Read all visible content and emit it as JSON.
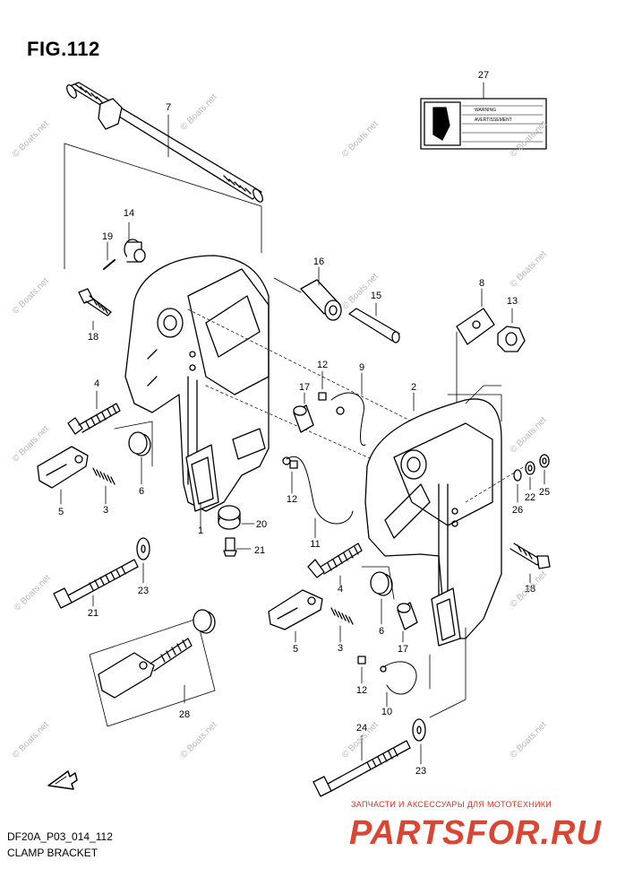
{
  "figure": {
    "title": "FIG.112",
    "code": "DF20A_P03_014_112",
    "caption": "CLAMP BRACKET"
  },
  "callouts": {
    "c1": "1",
    "c2": "2",
    "c3a": "3",
    "c3b": "3",
    "c4a": "4",
    "c4b": "4",
    "c5a": "5",
    "c5b": "5",
    "c6a": "6",
    "c6b": "6",
    "c7": "7",
    "c8": "8",
    "c9": "9",
    "c10": "10",
    "c11": "11",
    "c12a": "12",
    "c12b": "12",
    "c12c": "12",
    "c13": "13",
    "c14": "14",
    "c15": "15",
    "c16": "16",
    "c17a": "17",
    "c17b": "17",
    "c18a": "18",
    "c18b": "18",
    "c19": "19",
    "c20": "20",
    "c21a": "21",
    "c21b": "21",
    "c22": "22",
    "c23a": "23",
    "c23b": "23",
    "c24": "24",
    "c25": "25",
    "c26": "26",
    "c27": "27",
    "c28": "28"
  },
  "label27": {
    "line1": "WARNING",
    "line2": "AVERTISSEMENT"
  },
  "watermark": {
    "site": "© Boats.net",
    "shop_tagline": "ЗАПЧАСТИ И АКСЕССУАРЫ ДЛЯ МОТОТЕХНИКИ",
    "shop_logo": "PARTSFOR.RU"
  },
  "icons": {
    "fwd_arrow": "fwd-arrow-icon"
  },
  "colors": {
    "line": "#000000",
    "watermark_red": "#d8321f",
    "watermark_grey": "#b8b8b8"
  }
}
